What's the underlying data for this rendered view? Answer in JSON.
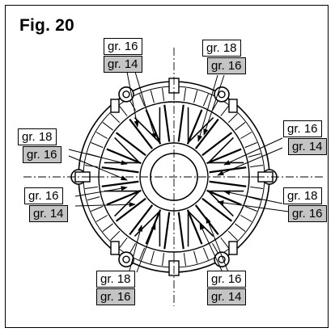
{
  "figure": {
    "title": "Fig. 20",
    "colors": {
      "line": "#000000",
      "label_primary_bg": "#ffffff",
      "label_secondary_bg": "#c4c4c4"
    },
    "labels": [
      {
        "primary": "gr. 16",
        "secondary": "gr. 14"
      },
      {
        "primary": "gr. 18",
        "secondary": "gr. 16"
      },
      {
        "primary": "gr. 18",
        "secondary": "gr. 16"
      },
      {
        "primary": "gr. 16",
        "secondary": "gr. 14"
      },
      {
        "primary": "gr. 16",
        "secondary": "gr. 14"
      },
      {
        "primary": "gr. 18",
        "secondary": "gr. 16"
      },
      {
        "primary": "gr. 18",
        "secondary": "gr. 16"
      },
      {
        "primary": "gr. 16",
        "secondary": "gr. 14"
      }
    ]
  }
}
